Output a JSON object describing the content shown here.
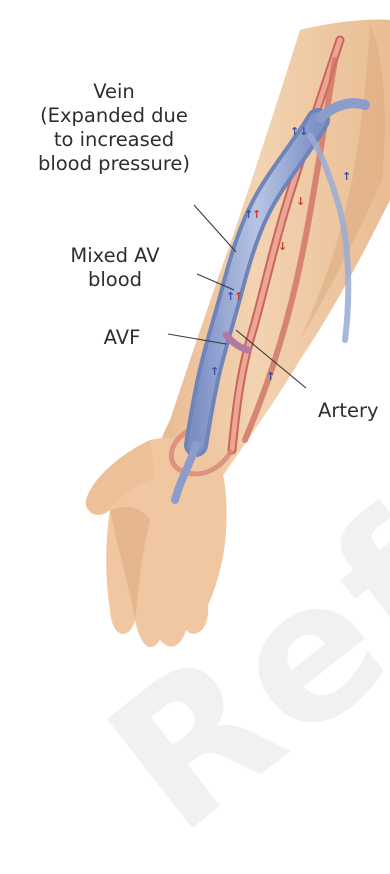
{
  "labels": {
    "vein": [
      "Vein",
      "(Expanded due",
      "to increased",
      "blood pressure)"
    ],
    "mixed": [
      "Mixed AV",
      "blood"
    ],
    "avf": "AVF",
    "artery": "Artery"
  },
  "watermark": "Refer",
  "colors": {
    "skin": "#f1cfab",
    "skin_shadow": "#dfb086",
    "vein": "#9daed6",
    "vein_dark": "#6f84b8",
    "artery": "#e89a8a",
    "artery_dark": "#c9665a",
    "flow_arrow": "#3b4fa0",
    "flow_arrow_red": "#c83a3a",
    "leader_line": "#3a3a3a",
    "label_text": "#2e2e2e"
  }
}
